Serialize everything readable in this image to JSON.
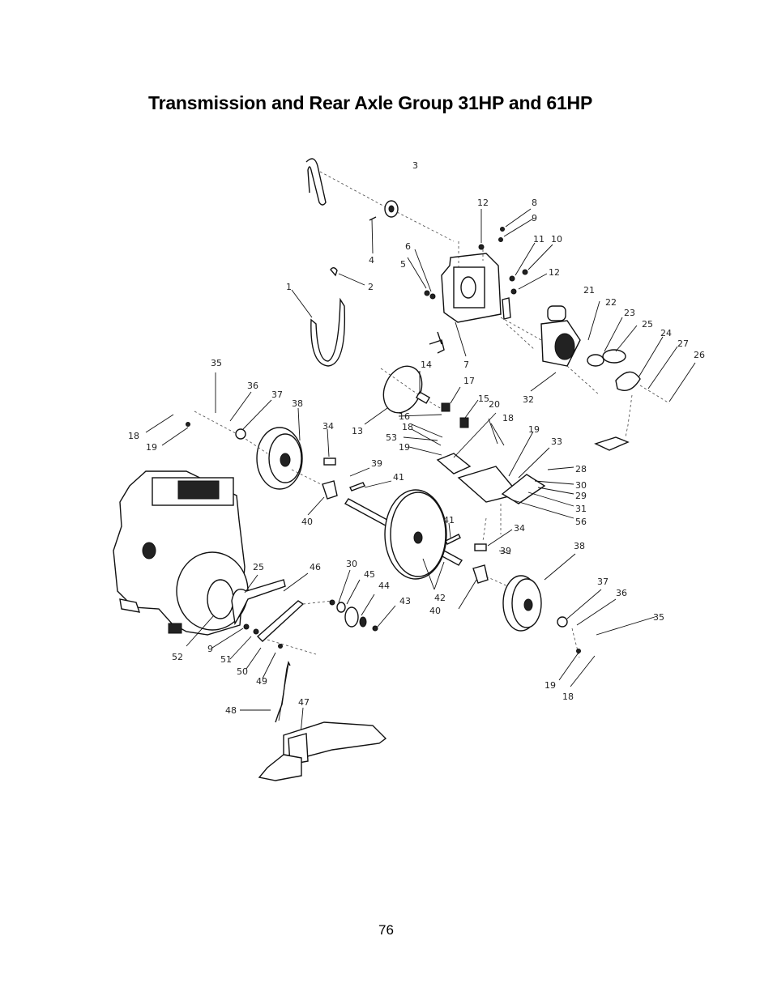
{
  "document": {
    "title": "Transmission and Rear Axle Group 31HP and 61HP",
    "page_number": "76"
  },
  "diagram": {
    "callouts": [
      "1",
      "2",
      "3",
      "4",
      "5",
      "6",
      "7",
      "8",
      "9",
      "10",
      "11",
      "12",
      "12",
      "13",
      "14",
      "15",
      "16",
      "17",
      "18",
      "18",
      "18",
      "18",
      "19",
      "19",
      "19",
      "19",
      "20",
      "21",
      "22",
      "23",
      "24",
      "25",
      "25",
      "26",
      "27",
      "28",
      "29",
      "30",
      "30",
      "31",
      "32",
      "33",
      "34",
      "34",
      "35",
      "35",
      "36",
      "36",
      "37",
      "37",
      "38",
      "38",
      "39",
      "39",
      "40",
      "40",
      "41",
      "41",
      "42",
      "43",
      "44",
      "45",
      "46",
      "47",
      "48",
      "49",
      "50",
      "51",
      "52",
      "53",
      "56",
      "9"
    ]
  }
}
